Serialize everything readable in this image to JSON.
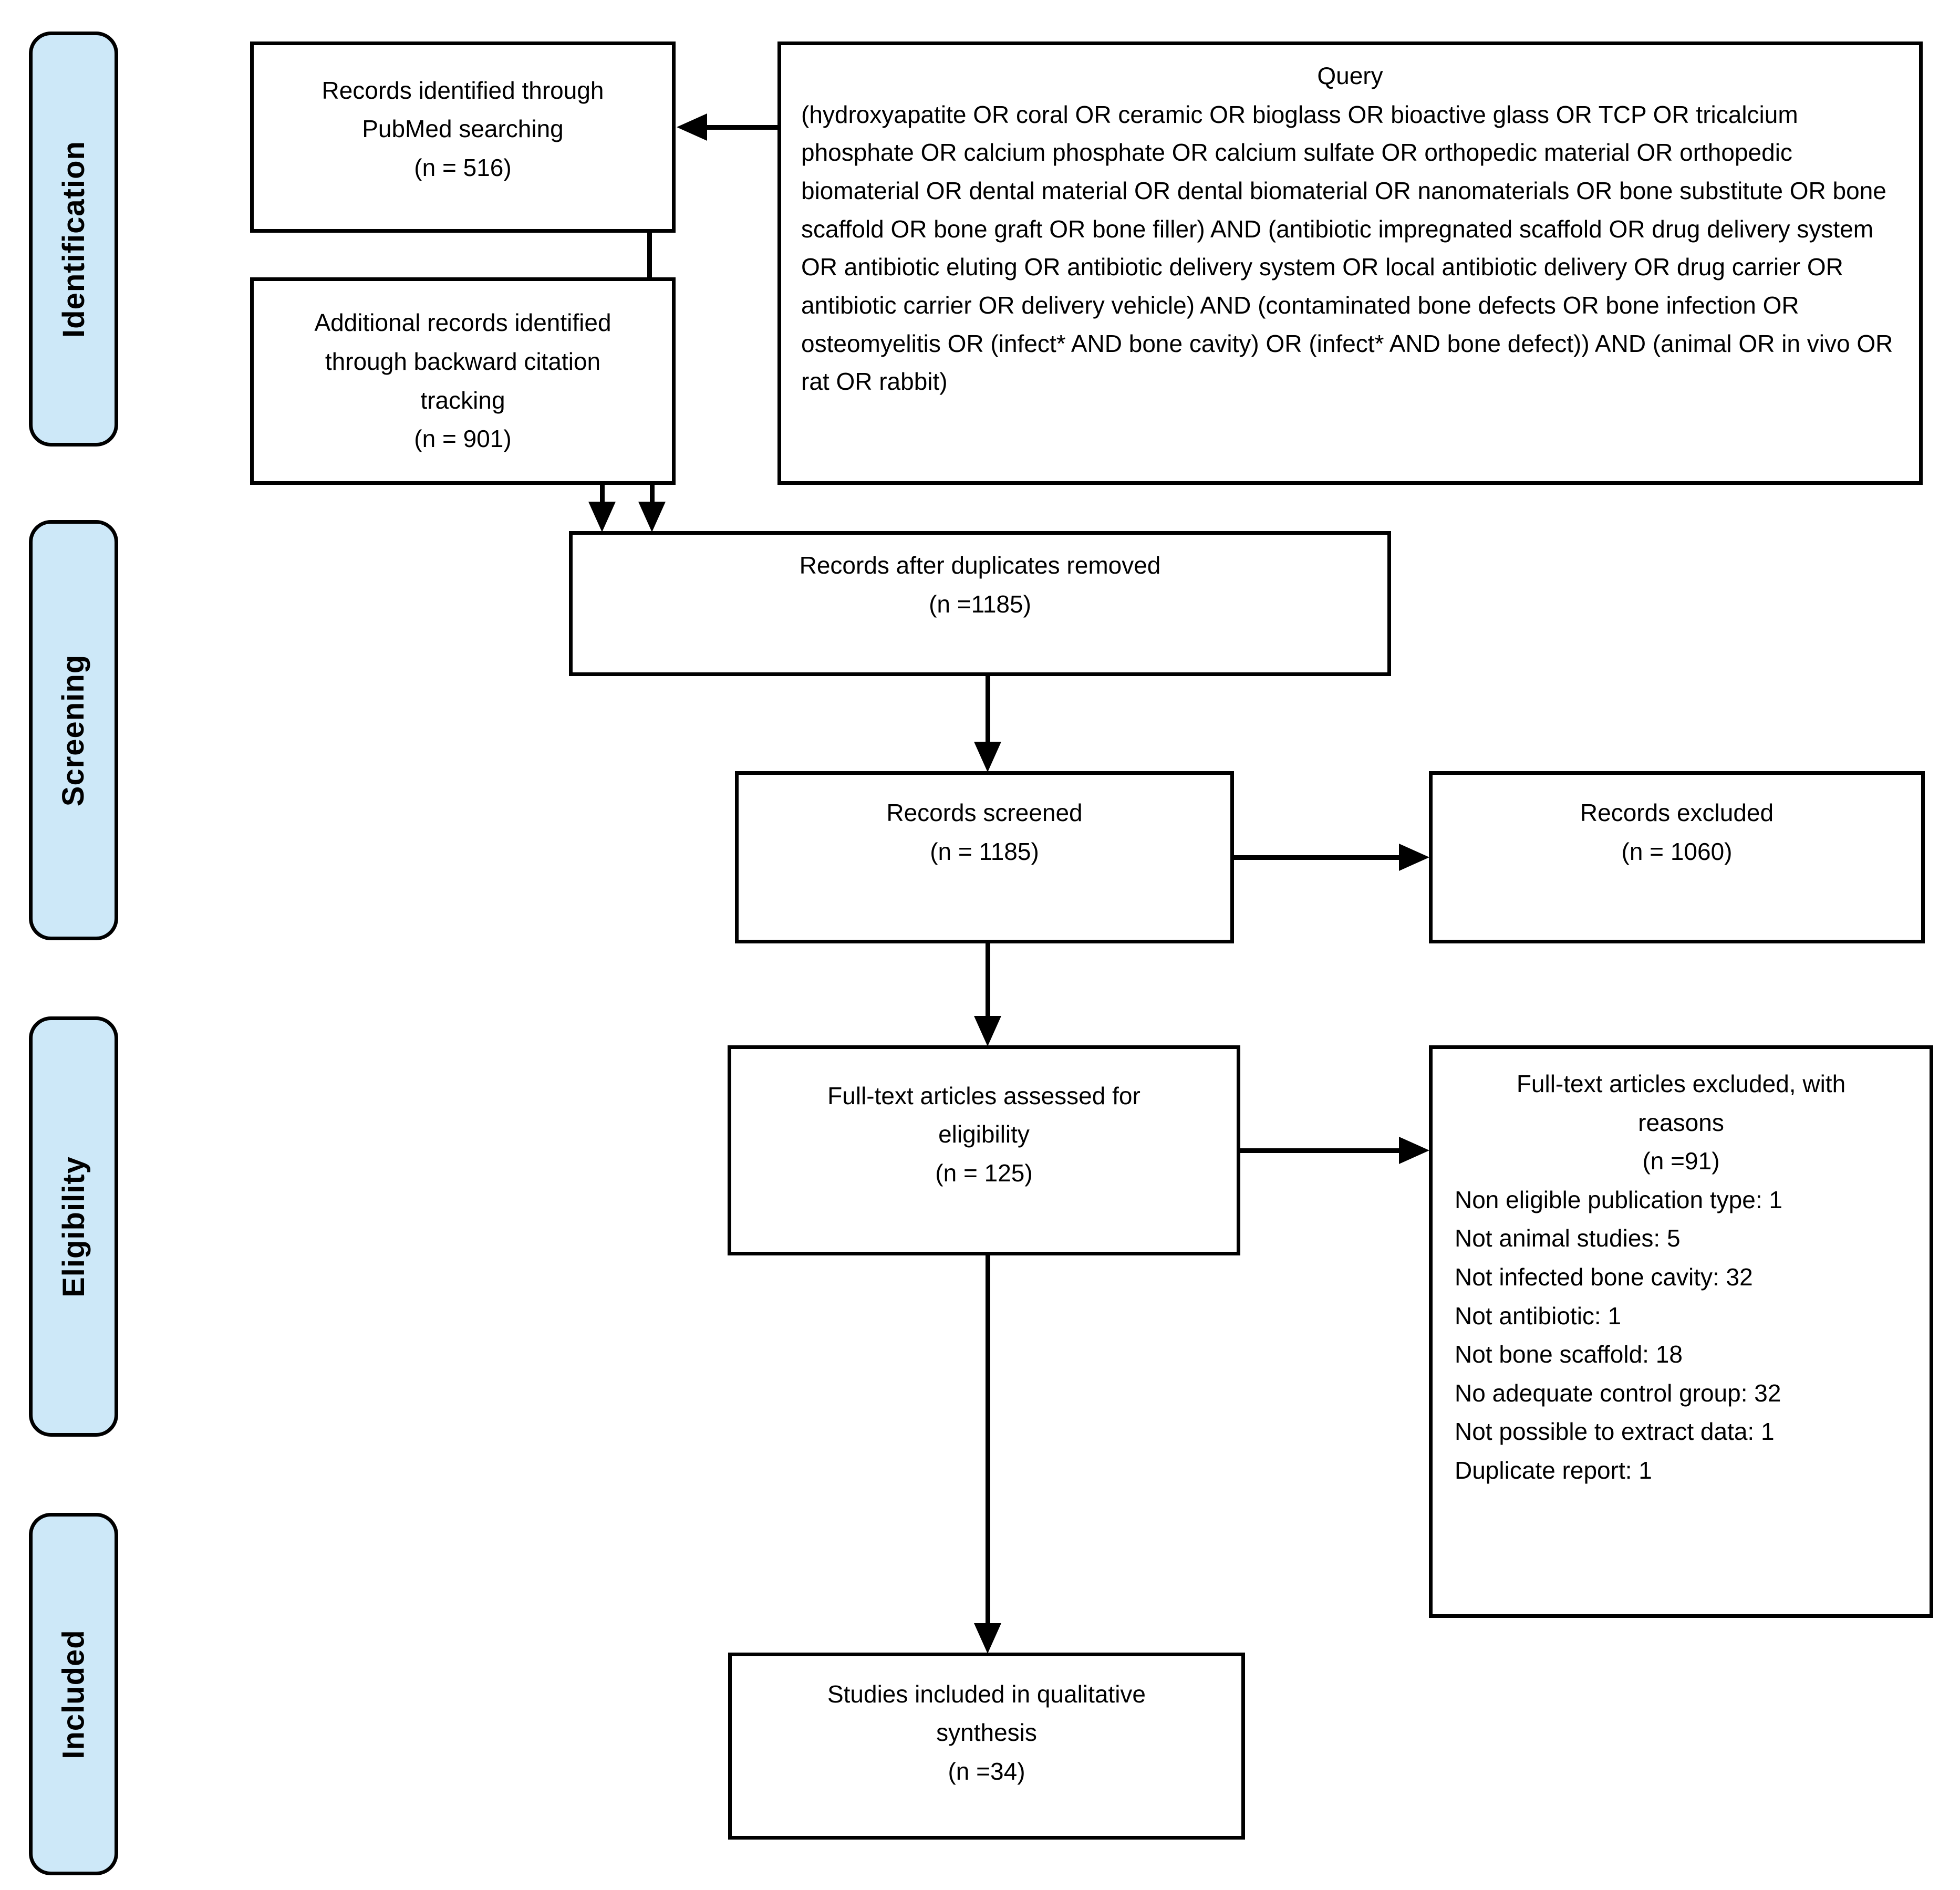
{
  "colors": {
    "stage_fill": "#cde8f8",
    "line_color": "#000000",
    "box_fill": "#ffffff"
  },
  "sidebar": {
    "stages": [
      {
        "label": "Identification"
      },
      {
        "label": "Screening"
      },
      {
        "label": "Eligibility"
      },
      {
        "label": "Included"
      }
    ]
  },
  "boxes": {
    "pubmed": {
      "lines": [
        "Records identified through",
        "PubMed searching",
        "(n = 516)"
      ]
    },
    "citation": {
      "lines": [
        "Additional records identified",
        "through backward citation",
        "tracking",
        "(n = 901)"
      ]
    },
    "query": {
      "title": "Query",
      "text": "(hydroxyapatite OR coral OR ceramic OR bioglass OR bioactive glass OR TCP OR tricalcium phosphate OR calcium phosphate OR calcium sulfate OR orthopedic material OR orthopedic biomaterial OR dental material OR dental biomaterial OR nanomaterials OR bone substitute OR bone scaffold OR bone graft OR bone filler) AND (antibiotic impregnated scaffold OR drug delivery system OR antibiotic eluting OR antibiotic delivery system OR local antibiotic delivery OR drug carrier OR antibiotic carrier OR delivery vehicle) AND (contaminated bone defects OR bone infection OR osteomyelitis OR (infect* AND bone cavity) OR (infect* AND bone defect)) AND (animal OR in vivo OR rat OR rabbit)"
    },
    "duplicates": {
      "lines": [
        "Records after duplicates removed",
        "(n =1185)"
      ]
    },
    "screened": {
      "lines": [
        "Records screened",
        "(n = 1185)"
      ]
    },
    "records_excluded": {
      "lines": [
        "Records excluded",
        "(n = 1060)"
      ]
    },
    "fulltext": {
      "lines": [
        "Full-text articles assessed for",
        "eligibility",
        "(n = 125)"
      ]
    },
    "reasons": {
      "header_lines": [
        "Full-text articles excluded, with",
        "reasons",
        "(n =91)"
      ],
      "items": [
        "Non eligible publication type: 1",
        "Not animal studies: 5",
        "Not infected bone cavity: 32",
        "Not antibiotic: 1",
        "Not bone scaffold: 18",
        "No adequate control group: 32",
        "Not possible to extract data: 1",
        "Duplicate report: 1"
      ]
    },
    "included": {
      "lines": [
        "Studies included in qualitative",
        "synthesis",
        "(n =34)"
      ]
    }
  }
}
